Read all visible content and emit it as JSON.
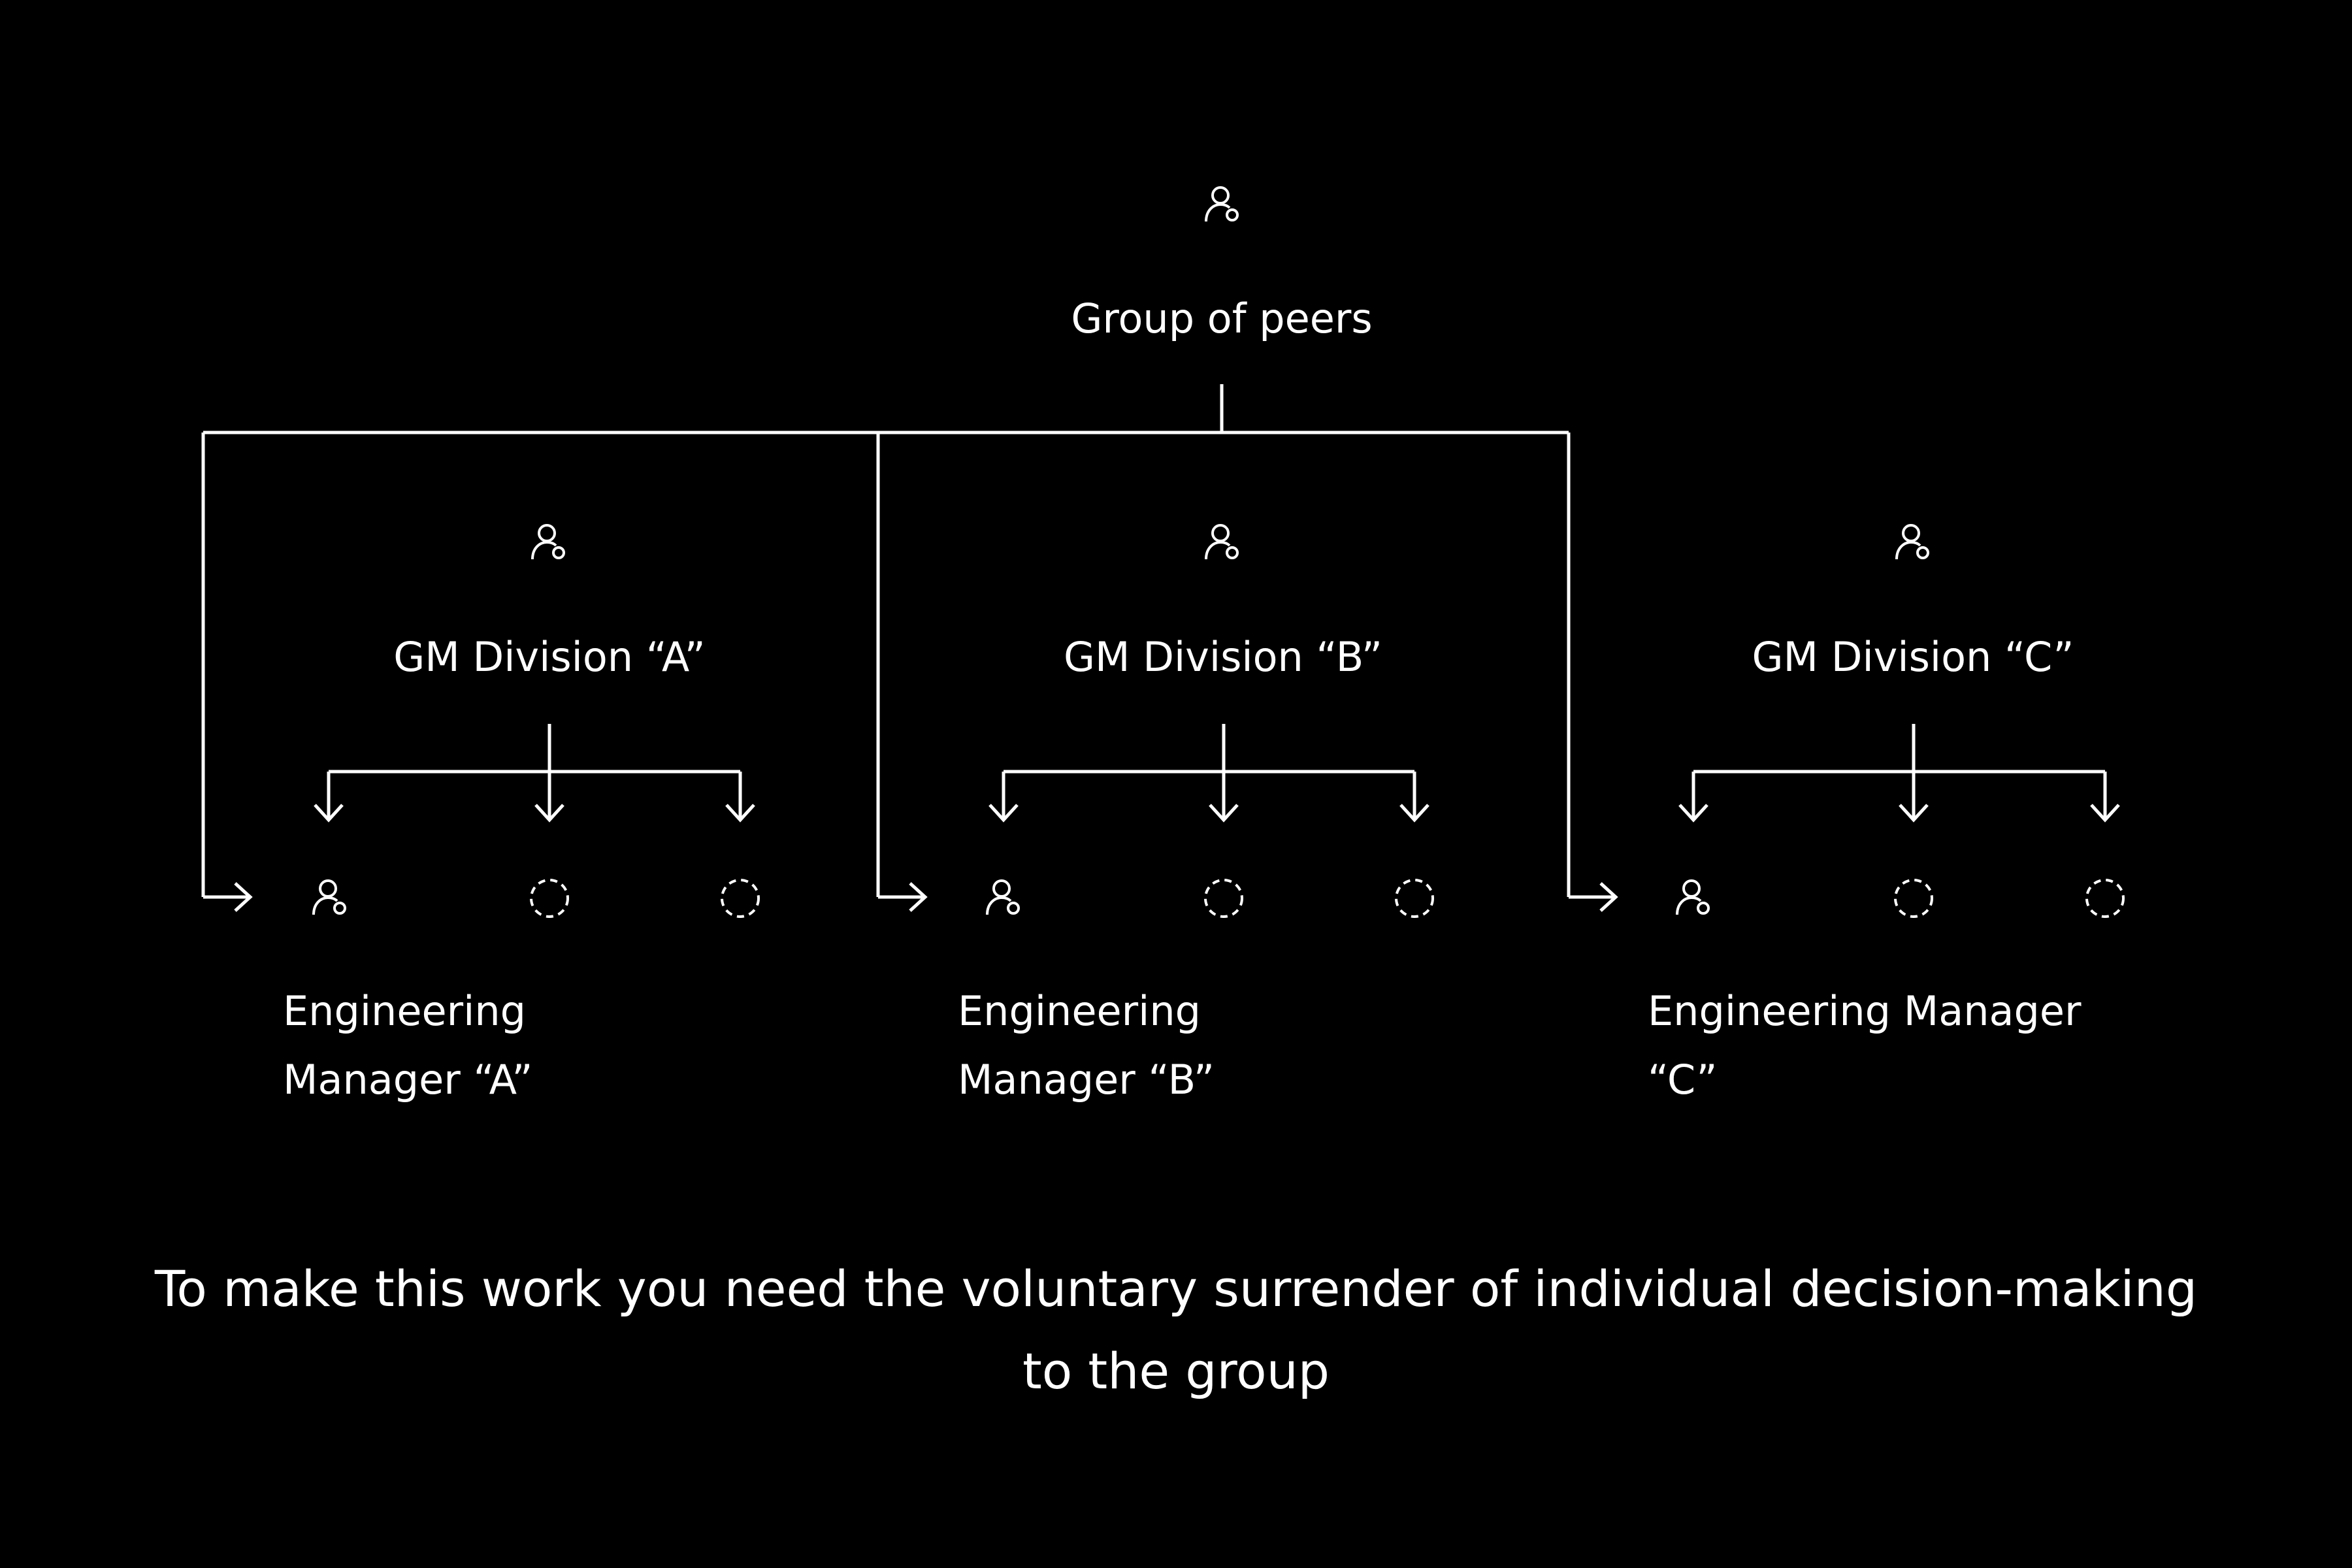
{
  "top": {
    "label": "Group of peers",
    "icon": "user-settings-icon"
  },
  "divisions": [
    {
      "gm_label": "GM Division “A”",
      "manager_label": "Engineering Manager “A”"
    },
    {
      "gm_label": "GM Division “B”",
      "manager_label": "Engineering Manager “B”"
    },
    {
      "gm_label": "GM Division “C”",
      "manager_label": "Engineering Manager “C”"
    }
  ],
  "placeholder_icon": "dashed-circle-icon",
  "caption": "To make this work you need the voluntary surrender of individual decision-making to the group",
  "colors": {
    "background": "#000000",
    "foreground": "#ffffff"
  }
}
